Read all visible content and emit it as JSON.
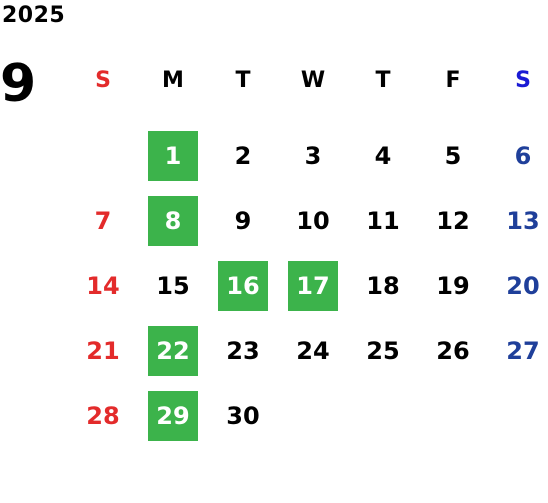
{
  "year": "2025",
  "month": "9",
  "weekdays": [
    "S",
    "M",
    "T",
    "W",
    "T",
    "F",
    "S"
  ],
  "colors": {
    "sunday": "#e32b2b",
    "saturday": "#1f3f9a",
    "saturday_header": "#1a1ad4",
    "highlight": "#3cb34b"
  },
  "weeks": [
    [
      "",
      "1",
      "2",
      "3",
      "4",
      "5",
      "6"
    ],
    [
      "7",
      "8",
      "9",
      "10",
      "11",
      "12",
      "13"
    ],
    [
      "14",
      "15",
      "16",
      "17",
      "18",
      "19",
      "20"
    ],
    [
      "21",
      "22",
      "23",
      "24",
      "25",
      "26",
      "27"
    ],
    [
      "28",
      "29",
      "30",
      "",
      "",
      "",
      ""
    ]
  ],
  "highlighted_days": [
    "1",
    "8",
    "16",
    "17",
    "22",
    "29"
  ]
}
